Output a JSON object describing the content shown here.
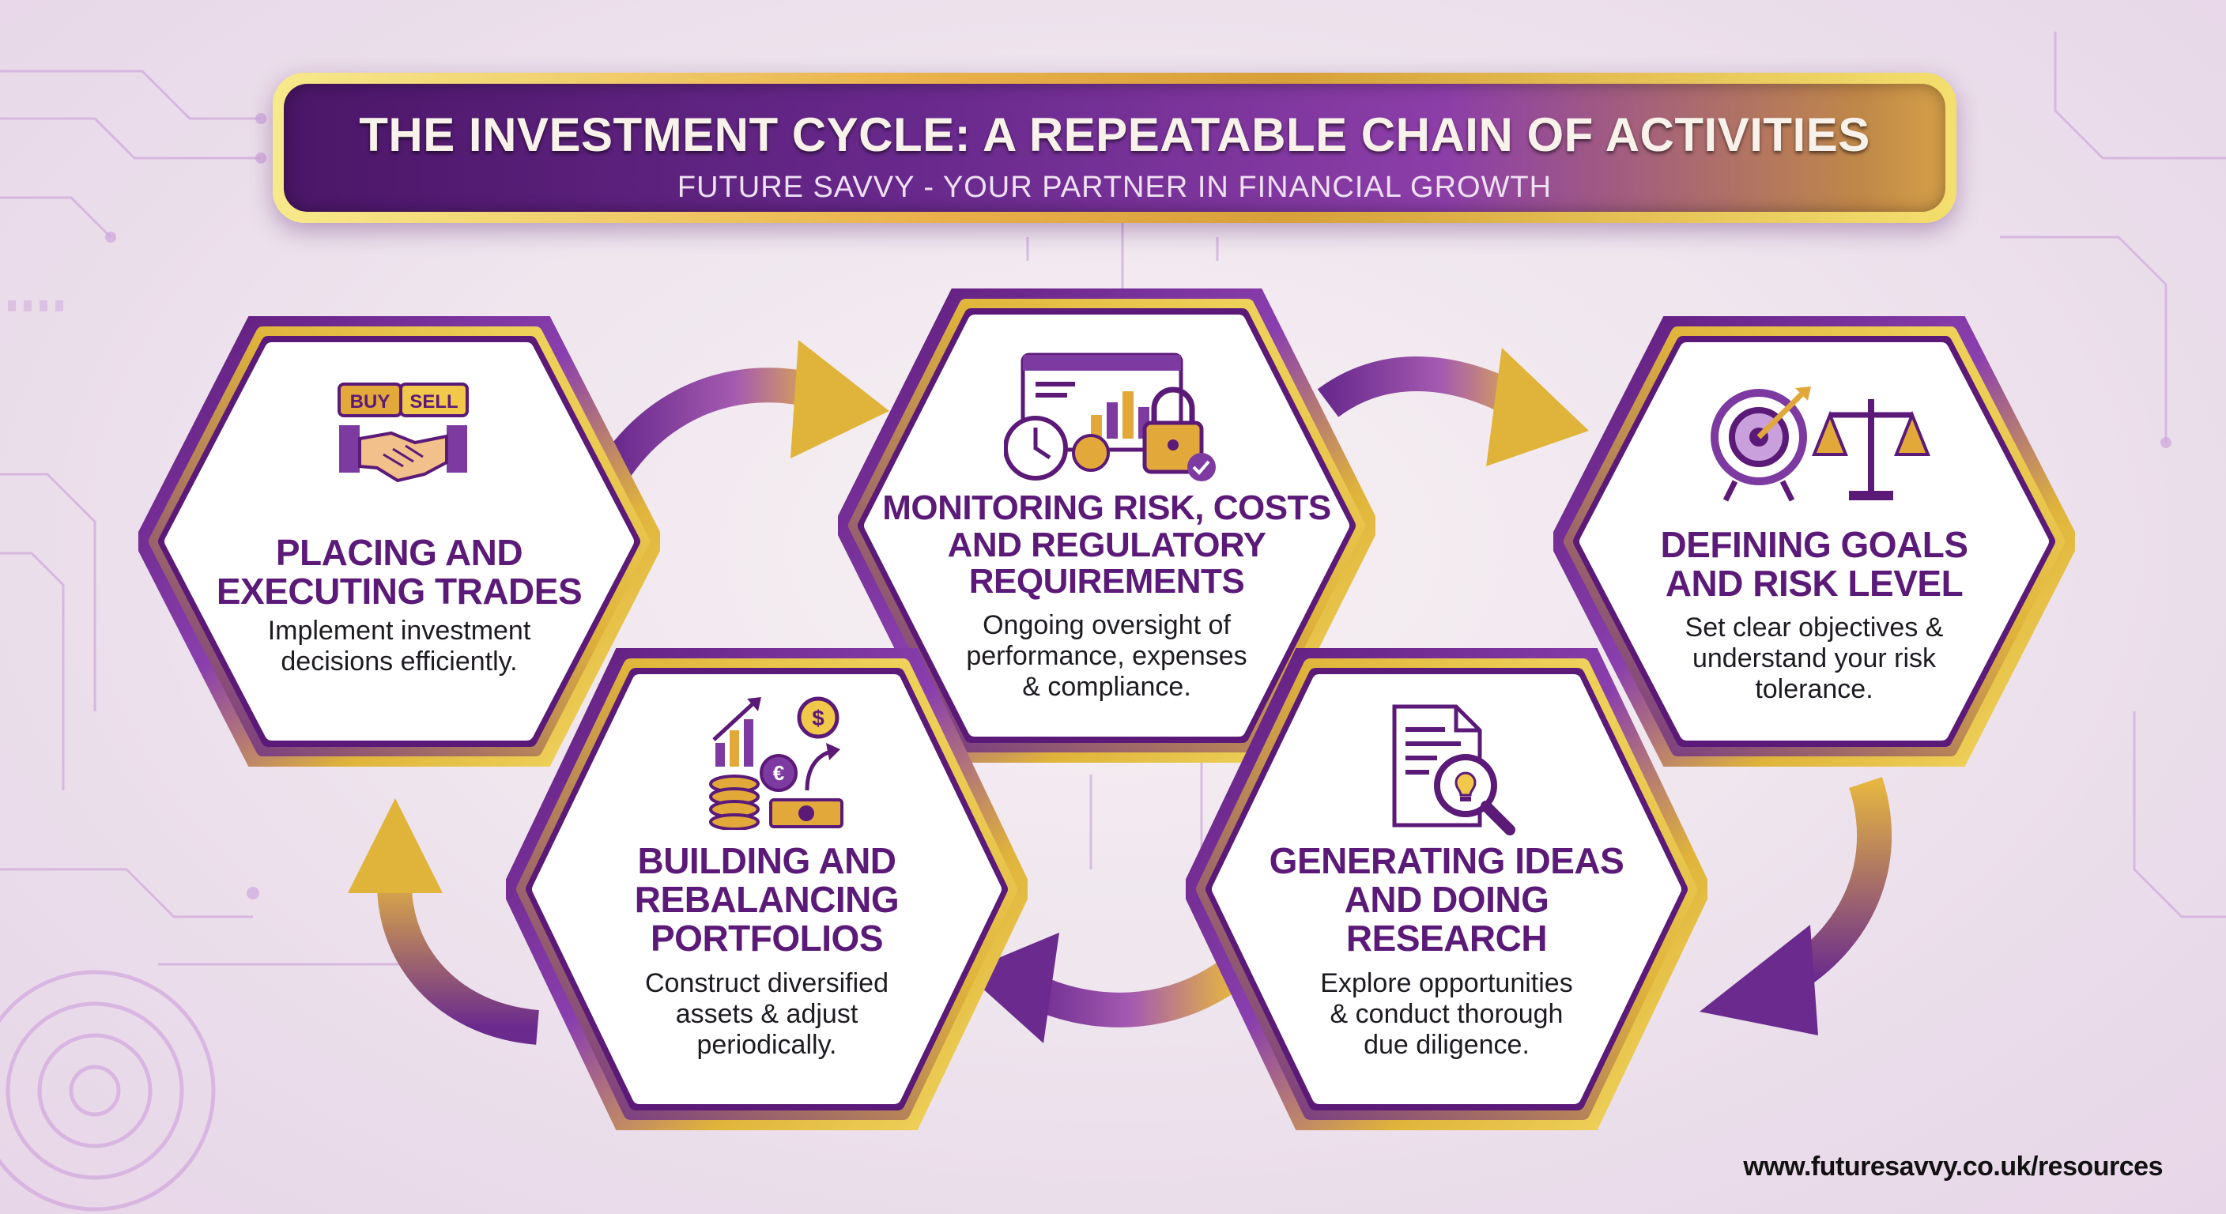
{
  "banner": {
    "title": "THE INVESTMENT CYCLE: A REPEATABLE CHAIN OF ACTIVITIES",
    "subtitle": "FUTURE SAVVY - YOUR PARTNER IN FINANCIAL GROWTH"
  },
  "steps": [
    {
      "id": "placing",
      "title": "PLACING AND EXECUTING TRADES",
      "title_lines": [
        "PLACING AND",
        "EXECUTING TRADES"
      ],
      "description_lines": [
        "Implement investment",
        "decisions efficiently."
      ],
      "icon": "handshake-buy-sell-icon",
      "icon_labels": {
        "buy": "BUY",
        "sell": "SELL"
      }
    },
    {
      "id": "monitoring",
      "title": "MONITORING RISK, COSTS AND REGULATORY REQUIREMENTS",
      "title_lines": [
        "MONITORING RISK, COSTS",
        "AND REGULATORY",
        "REQUIREMENTS"
      ],
      "description_lines": [
        "Ongoing oversight of",
        "performance, expenses",
        "& compliance."
      ],
      "icon": "dashboard-lock-icon"
    },
    {
      "id": "defining",
      "title": "DEFINING GOALS AND RISK LEVEL",
      "title_lines": [
        "DEFINING GOALS",
        "AND RISK LEVEL"
      ],
      "description_lines": [
        "Set clear objectives &",
        "understand your risk",
        "tolerance."
      ],
      "icon": "target-scales-icon"
    },
    {
      "id": "generating",
      "title": "GENERATING IDEAS AND DOING RESEARCH",
      "title_lines": [
        "GENERATING IDEAS",
        "AND DOING",
        "RESEARCH"
      ],
      "description_lines": [
        "Explore opportunities",
        "& conduct thorough",
        "due diligence."
      ],
      "icon": "document-magnifier-icon"
    },
    {
      "id": "building",
      "title": "BUILDING AND REBALANCING PORTFOLIOS",
      "title_lines": [
        "BUILDING AND",
        "REBALANCING",
        "PORTFOLIOS"
      ],
      "description_lines": [
        "Construct diversified",
        "assets & adjust",
        "periodically."
      ],
      "icon": "coins-growth-icon"
    }
  ],
  "footer": {
    "url": "www.futuresavvy.co.uk/resources"
  },
  "colors": {
    "purple": "#5b1a78",
    "gold": "#e0b43a",
    "hex_fill": "#ffffff"
  }
}
